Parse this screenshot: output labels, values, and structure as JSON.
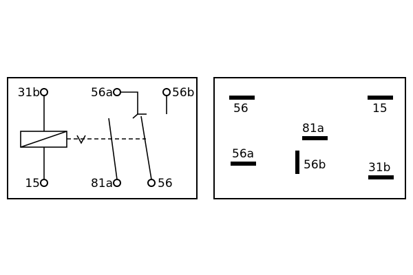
{
  "figure": {
    "background_color": "#ffffff",
    "line_color": "#000000",
    "description": "Relay circuit schematic (left) and relay terminal pin layout (right)"
  },
  "schematic": {
    "terminals": {
      "t31b": {
        "label": "31b",
        "position": "top-left"
      },
      "t56a": {
        "label": "56a",
        "position": "top-middle"
      },
      "t56b": {
        "label": "56b",
        "position": "top-right"
      },
      "t15": {
        "label": "15",
        "position": "bottom-left"
      },
      "t81a": {
        "label": "81a",
        "position": "bottom-middle"
      },
      "t56": {
        "label": "56",
        "position": "bottom-right"
      }
    }
  },
  "pinout": {
    "pins": {
      "p56": {
        "label": "56",
        "position": "top-left",
        "orientation": "horizontal"
      },
      "p15": {
        "label": "15",
        "position": "top-right",
        "orientation": "horizontal"
      },
      "p81a": {
        "label": "81a",
        "position": "center-upper",
        "orientation": "horizontal"
      },
      "p56a": {
        "label": "56a",
        "position": "middle-left",
        "orientation": "horizontal"
      },
      "p56b": {
        "label": "56b",
        "position": "center",
        "orientation": "vertical"
      },
      "p31b": {
        "label": "31b",
        "position": "bottom-right",
        "orientation": "horizontal"
      }
    }
  }
}
